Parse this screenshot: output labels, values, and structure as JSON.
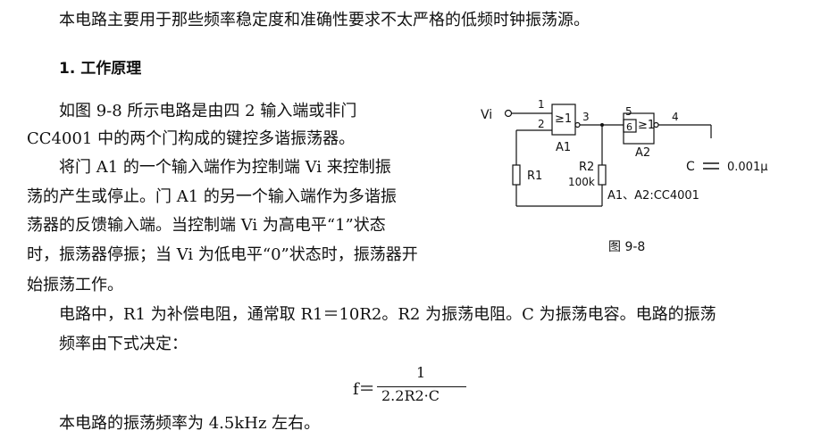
{
  "paragraphs": {
    "intro": "本电路主要用于那些频率稳定度和准确性要求不太严格的低频时钟振荡源。",
    "heading": "1. 工作原理",
    "p1_line1": "如图 9-8 所示电路是由四 2 输入端或非门",
    "p1_line2": "CC4001 中的两个门构成的键控多谐振荡器。",
    "p2_line1": "将门 A1 的一个输入端作为控制端 Vi 来控制振",
    "p2_line2": "荡的产生或停止。门 A1 的另一个输入端作为多谐振",
    "p2_line3": "荡器的反馈输入端。当控制端 Vi 为高电平“1”状态",
    "p2_line4": "时，振荡器停振；当 Vi 为低电平“0”状态时，振荡器开",
    "p2_line5": "始振荡工作。",
    "p3_line1": "电路中，R1 为补偿电阻，通常取 R1＝10R2。R2 为振荡电阻。C 为振荡电容。电路的振荡",
    "p3_line2": "频率由下式决定：",
    "p4": "本电路的振荡频率为 4.5kHz 左右。"
  },
  "formula": {
    "lhs": "f＝",
    "numerator": "1",
    "denominator": "2.2R2·C"
  },
  "figure": {
    "caption": "图 9-8",
    "labels": {
      "vi": "Vi",
      "pin1": "1",
      "pin2": "2",
      "pin3": "3",
      "pin4": "4",
      "pin5": "5",
      "pin6": "6",
      "gate_symbol_a1": "≥1",
      "gate_symbol_a2": "≥1",
      "a1": "A1",
      "a2": "A2",
      "r1": "R1",
      "r2": "R2",
      "r2_value": "100k",
      "c": "C",
      "c_value": "0.001μ",
      "ic": "A1、A2:CC4001"
    }
  }
}
